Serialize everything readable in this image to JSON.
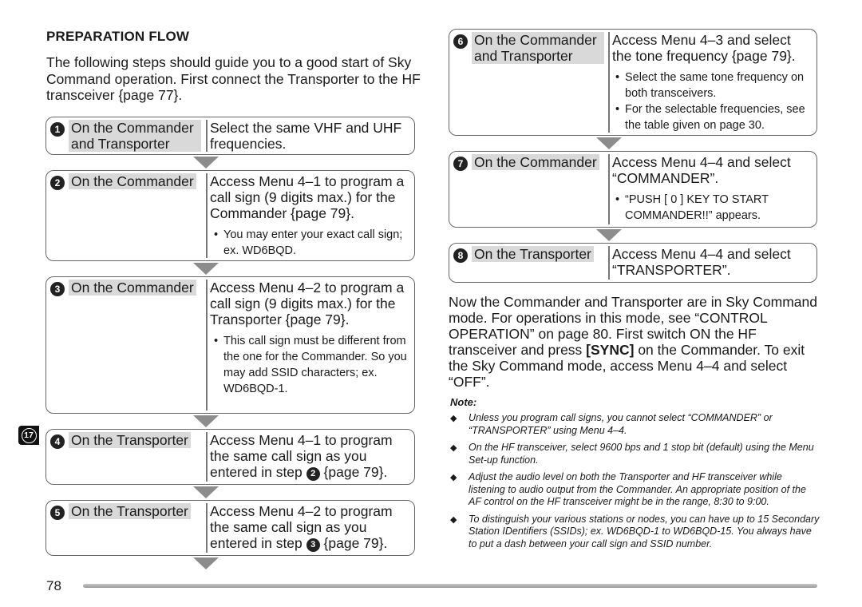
{
  "heading": "PREPARATION FLOW",
  "intro": "The following steps should guide you to a good start of Sky Command operation. First connect the Transporter to the HF transceiver {page 77}.",
  "steps": [
    {
      "num": "1",
      "who": "On the Commander and Transporter",
      "action": "Select the same VHF and UHF frequencies.",
      "bullets": []
    },
    {
      "num": "2",
      "who": "On the Commander",
      "action": "Access Menu 4–1 to program a call sign (9 digits max.) for the Commander {page 79}.",
      "bullets": [
        "You may enter your exact call sign; ex. WD6BQD."
      ]
    },
    {
      "num": "3",
      "who": "On the Commander",
      "action": "Access Menu 4–2 to program a call sign (9 digits max.) for the Transporter {page 79}.",
      "bullets": [
        "This call sign must be different from the one for the Commander. So you may add SSID characters; ex. WD6BQD-1."
      ]
    },
    {
      "num": "4",
      "who": "On the Transporter",
      "action_pre": "Access Menu 4–1 to program the same call sign as you entered in step",
      "action_ref": "2",
      "action_post": "{page 79}.",
      "bullets": []
    },
    {
      "num": "5",
      "who": "On the Transporter",
      "action_pre": "Access Menu 4–2 to program the same call sign as you entered in step",
      "action_ref": "3",
      "action_post": "{page 79}.",
      "bullets": []
    },
    {
      "num": "6",
      "who": "On the Commander and Transporter",
      "action": "Access Menu 4–3 and select the tone frequency {page 79}.",
      "bullets": [
        "Select the same tone frequency on both transceivers.",
        "For the selectable frequencies, see the table given on page 30."
      ]
    },
    {
      "num": "7",
      "who": "On the Commander",
      "action": "Access Menu 4–4 and select “COMMANDER”.",
      "bullets": [
        "“PUSH [ 0 ] KEY TO START COMMANDER!!” appears."
      ]
    },
    {
      "num": "8",
      "who": "On the Transporter",
      "action": "Access Menu 4–4 and select “TRANSPORTER”.",
      "bullets": []
    }
  ],
  "after": {
    "text1": "Now the Commander and Transporter are in Sky Command mode. For operations in this mode, see “CONTROL OPERATION” on page 80. First switch ON the HF transceiver and press ",
    "key": "[SYNC]",
    "text2": " on the Commander. To exit the Sky Command mode, access Menu 4–4 and select “OFF”."
  },
  "note_title": "Note:",
  "notes": [
    "Unless you program call signs, you cannot select “COMMANDER” or “TRANSPORTER” using Menu 4–4.",
    "On the HF transceiver, select 9600 bps and 1 stop bit (default) using the Menu Set-up function.",
    "Adjust the audio level on both the Transporter and HF transceiver while listening to audio output from the Commander. An appropriate position of the AF control on the HF transceiver might be in the range, 8:30 to 9:00.",
    "To distinguish your various stations or nodes, you can have up to 15 Secondary Station IDentifiers (SSIDs); ex. WD6BQD-1 to WD6BQD-15. You always have to put a dash between your call sign and SSID number."
  ],
  "section_tab": "17",
  "page_number": "78"
}
